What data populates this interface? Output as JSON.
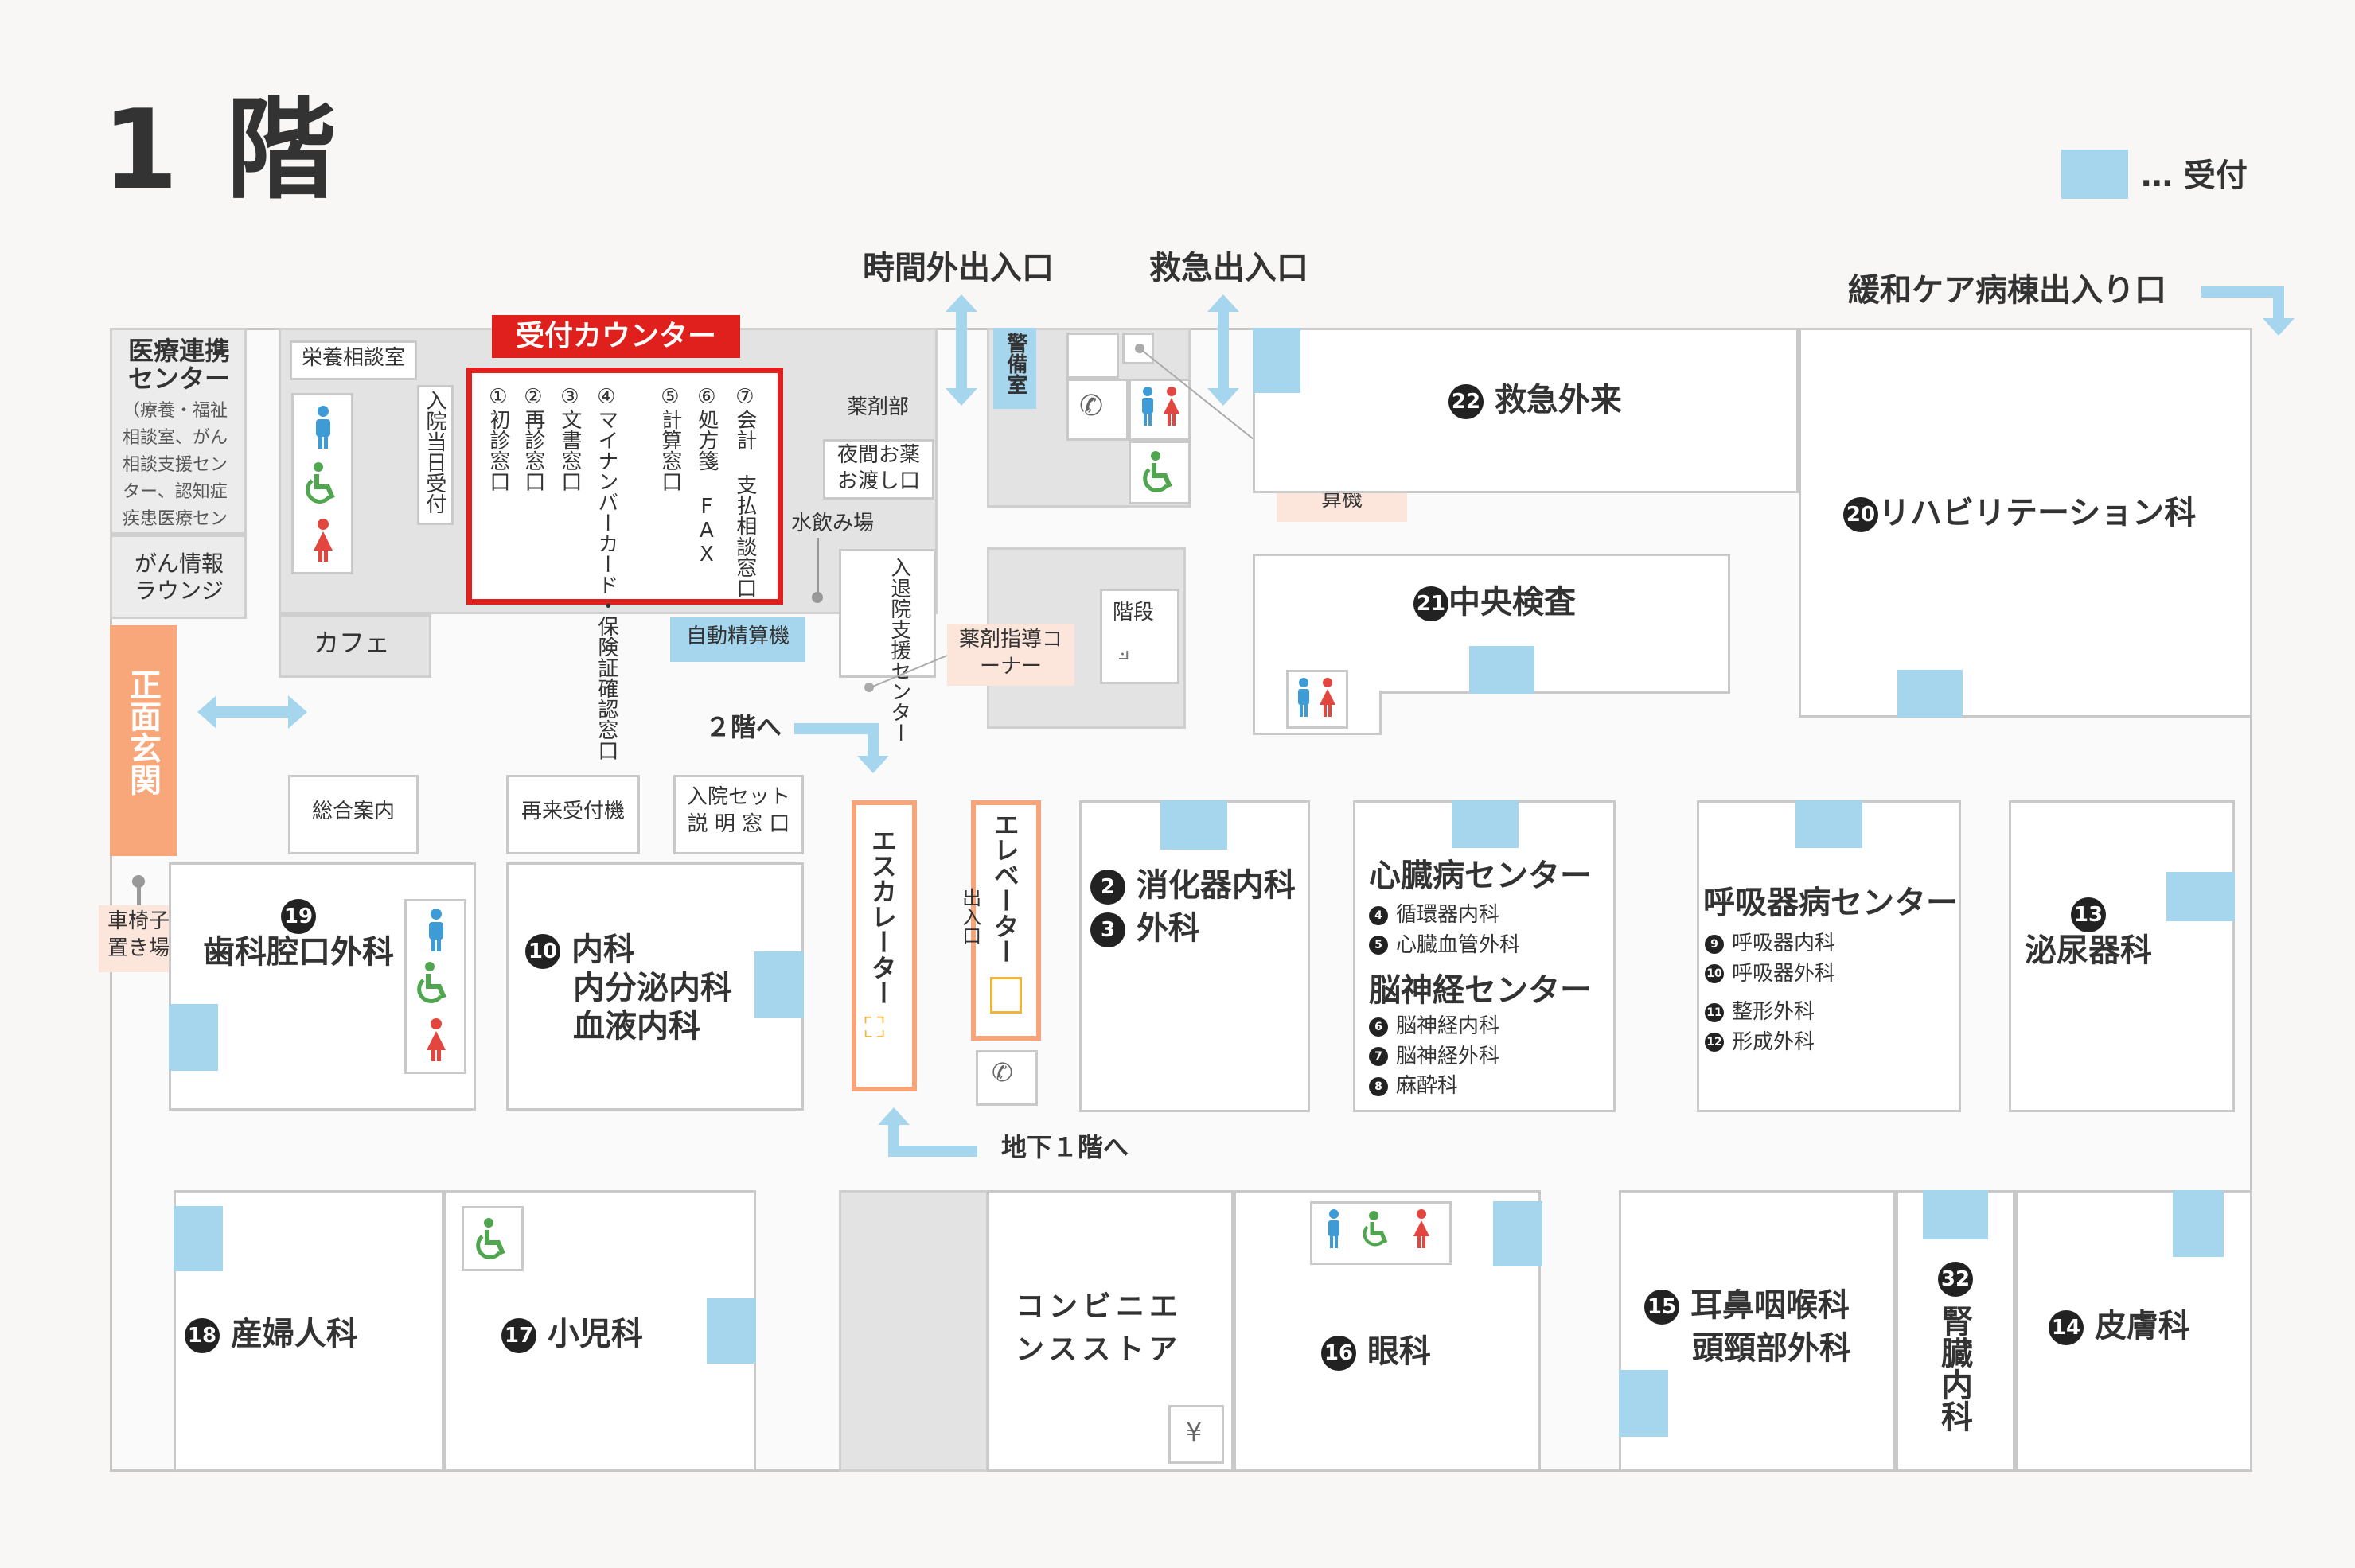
{
  "floor_title": "1 階",
  "legend": {
    "label": "… 受付",
    "icon": "reception-swatch",
    "color": "#a6d6ee"
  },
  "colors": {
    "reception": "#a6d6ee",
    "counter_red": "#e0201c",
    "entrance": "#f8a77b",
    "escalator": "#f6a57a",
    "note_bg": "#fce6db",
    "men": "#3f9bd6",
    "women": "#e2463f",
    "accessible": "#4fa64f"
  },
  "entrances": {
    "after_hours": "時間外出入口",
    "emergency": "救急出入口",
    "palliative": "緩和ケア病棟出入り口",
    "main": "正面玄関"
  },
  "counter": {
    "title": "受付カウンター",
    "windows": [
      "⑦会計 支払相談窓口",
      "⑥処方箋 FAX",
      "⑤計算窓口",
      "④マイナンバーカード・保険証確認窓口",
      "③文書窓口",
      "②再診窓口",
      "①初診窓口"
    ]
  },
  "labels": {
    "liaison_center": "医療連携センター",
    "liaison_sub": "（療養・福祉相談室、がん相談支援センター、認知症疾患医療センター）",
    "cancer_lounge": "がん情報ラウンジ",
    "nutrition_room": "栄養相談室",
    "same_day_admission": "入院当日受付",
    "pharmacy": "薬剤部",
    "night_medicine": "夜間お薬お渡し口",
    "water_fountain": "水飲み場",
    "admission_support": "入退院支援センター",
    "auto_payment": "自動精算機",
    "cafe": "カフェ",
    "guard_room": "警備室",
    "after_hours_payment": "時間外自動精算機",
    "stairs": "階段",
    "medication_guidance": "薬剤指導コーナー",
    "to_2f": "２階へ",
    "to_b1": "地下１階へ",
    "information": "総合案内",
    "revisit_machine": "再来受付機",
    "admission_set": "入院セット説 明 窓 口",
    "escalator": "エスカレーター",
    "elevator": "エレベーター",
    "elevator_exit": "出入口",
    "wheelchair": "車椅子置き場",
    "convenience_store": "コンビニエンスストア"
  },
  "departments": {
    "emergency": {
      "num": "22",
      "name": "救急外来"
    },
    "rehab": {
      "num": "20",
      "name": "リハビリテーション科"
    },
    "central_lab": {
      "num": "21",
      "name": "中央検査"
    },
    "dental": {
      "num": "19",
      "name": "歯科腔口外科"
    },
    "internal": {
      "num": "10",
      "lines": [
        "内科",
        "内分泌内科",
        "血液内科"
      ]
    },
    "gastro": {
      "num": "2",
      "name": "消化器内科"
    },
    "surgery": {
      "num": "3",
      "name": "外科"
    },
    "heart": {
      "title": "心臓病センター",
      "items": [
        {
          "num": "4",
          "name": "循環器内科"
        },
        {
          "num": "5",
          "name": "心臓血管外科"
        }
      ]
    },
    "brain": {
      "title": "脳神経センター",
      "items": [
        {
          "num": "6",
          "name": "脳神経内科"
        },
        {
          "num": "7",
          "name": "脳神経外科"
        },
        {
          "num": "8",
          "name": "麻酔科"
        }
      ]
    },
    "respiratory": {
      "title": "呼吸器病センター",
      "items": [
        {
          "num": "9",
          "name": "呼吸器内科"
        },
        {
          "num": "10",
          "name": "呼吸器外科"
        }
      ],
      "items2": [
        {
          "num": "11",
          "name": "整形外科"
        },
        {
          "num": "12",
          "name": "形成外科"
        }
      ]
    },
    "urology": {
      "num": "13",
      "name": "泌尿器科"
    },
    "obgyn": {
      "num": "18",
      "name": "産婦人科"
    },
    "pediatrics": {
      "num": "17",
      "name": "小児科"
    },
    "ophthalmology": {
      "num": "16",
      "name": "眼科"
    },
    "ent": {
      "num": "15",
      "lines": [
        "耳鼻咽喉科",
        "頭頸部外科"
      ]
    },
    "nephrology": {
      "num": "32",
      "name": "腎臓内科"
    },
    "dermatology": {
      "num": "14",
      "name": "皮膚科"
    }
  }
}
